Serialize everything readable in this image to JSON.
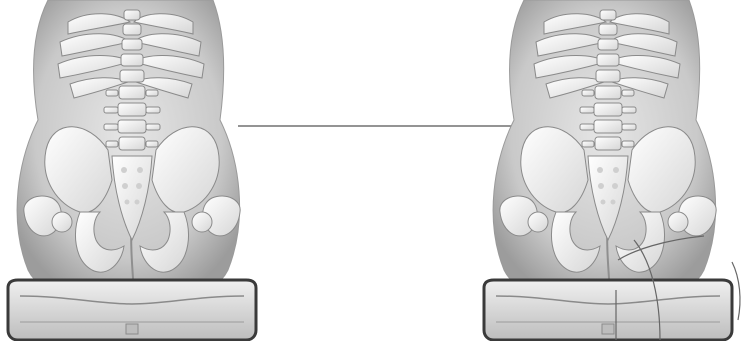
{
  "figure": {
    "panels": [
      {
        "id": "before",
        "icon": "pelvis-spine-on-cushion-illustration"
      },
      {
        "id": "after",
        "icon": "pelvis-spine-on-cushion-illustration"
      }
    ],
    "connector": {
      "icon": "arrow-right-icon"
    },
    "colors": {
      "bone": "#f2f2f2",
      "bone_outline": "#8a8a8a",
      "body": "#cfcfcf",
      "body_shadow": "#a9a9a9",
      "cushion": "#d9d9d9",
      "cushion_outline": "#3a3a3a",
      "arrow": "#555555"
    }
  }
}
